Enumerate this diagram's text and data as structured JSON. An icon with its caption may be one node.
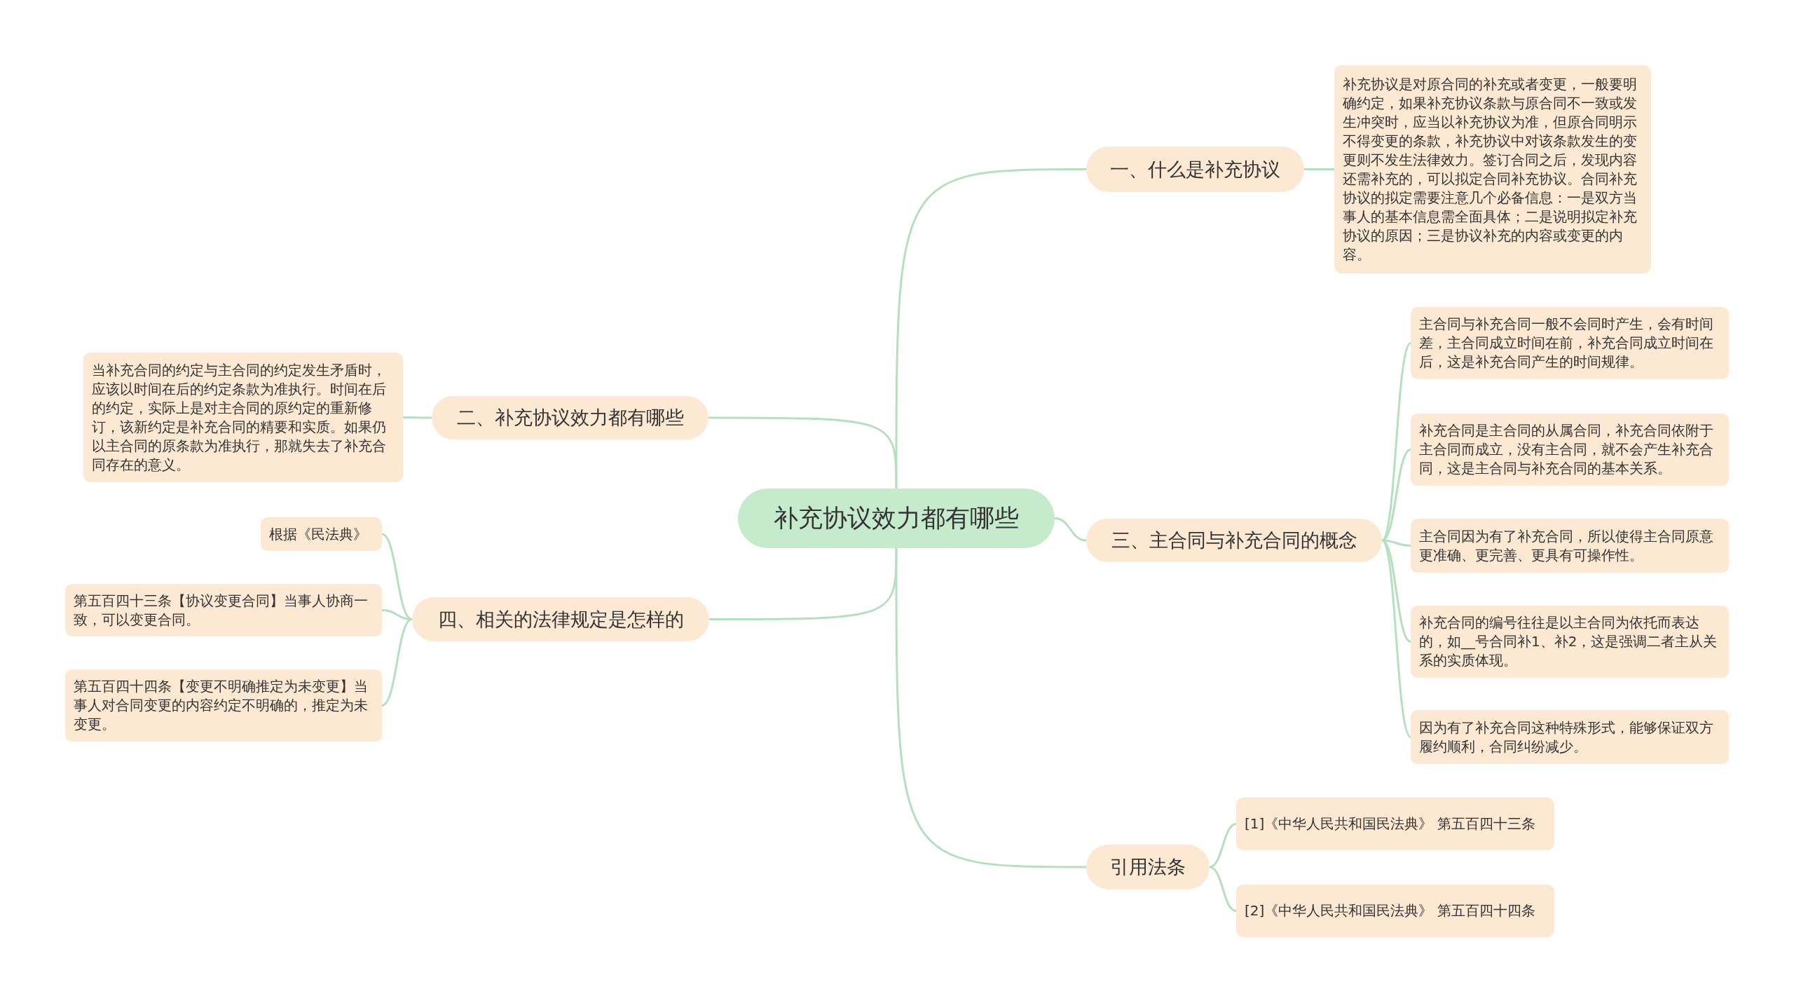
{
  "diagram": {
    "nodes": [
      {
        "text": [
          "补充协议效力都有哪些"
        ]
      },
      {
        "text": [
          "一、什么是补充协议"
        ]
      },
      {
        "text": [
          "补充协议是对原合同的补充或者变更，一般要明确约定，如果补充协议条款与原合同不一致或发生冲突时，应当以补充协议为准，但原合同明示不得变更的条款，补充协议中对该条款发生的变更则不发生法律效力。签订合同之后，发现内容还需补充的，可以拟定合同补充协议。合同补充协议的拟定需要注意几个必备信息：一是双方当事人的基本信息需全面具体；二是说明拟定补充协议的原因；三是协议补充的内容或变更的内容。"
        ]
      },
      {
        "text": [
          "二、补充协议效力都有哪些"
        ]
      },
      {
        "text": [
          "当补充合同的约定与主合同的约定发生矛盾时，应该以时间在后的约定条款为准执行。时间在后的约定，实际上是对主合同的原约定的重新修订，该新约定是补充合同的精要和实质。如果仍以主合同的原条款为准执行，那就失去了补充合同存在的意义。"
        ]
      },
      {
        "text": [
          "三、主合同与补充合同的概念"
        ]
      },
      {
        "text": [
          "主合同与补充合同一般不会同时产生，会有时间差，主合同成立时间在前，补充合同成立时间在后，这是补充合同产生的时间规律。"
        ]
      },
      {
        "text": [
          "补充合同是主合同的从属合同，补充合同依附于主合同而成立，没有主合同，就不会产生补充合同，这是主合同与补充合同的基本关系。"
        ]
      },
      {
        "text": [
          "主合同因为有了补充合同，所以使得主合同原意更准确、更完善、更具有可操作性。"
        ]
      },
      {
        "text": [
          "补充合同的编号往往是以主合同为依托而表达的，如__号合同补1、补2，这是强调二者主从关系的实质体现。"
        ]
      },
      {
        "text": [
          "因为有了补充合同这种特殊形式，能够保证双方履约顺利，合同纠纷减少。"
        ]
      },
      {
        "text": [
          "四、相关的法律规定是怎样的"
        ]
      },
      {
        "text": [
          "根据《民法典》"
        ]
      },
      {
        "text": [
          "第五百四十三条【协议变更合同】当事人协商一致，可以变更合同。"
        ]
      },
      {
        "text": [
          "第五百四十四条【变更不明确推定为未变更】当事人对合同变更的内容约定不明确的，推定为未变更。"
        ]
      },
      {
        "text": [
          "引用法条"
        ]
      },
      {
        "text": [
          "[1]《中华人民共和国民法典》 第五百四十三条"
        ]
      },
      {
        "text": [
          "[2]《中华人民共和国民法典》 第五百四十四条"
        ]
      }
    ],
    "edges": [
      {
        "from": 0,
        "to": 1,
        "arrow": "none"
      },
      {
        "from": 1,
        "to": 2,
        "arrow": "none"
      },
      {
        "from": 0,
        "to": 3,
        "arrow": "none"
      },
      {
        "from": 3,
        "to": 4,
        "arrow": "none"
      },
      {
        "from": 0,
        "to": 5,
        "arrow": "none"
      },
      {
        "from": 5,
        "to": 6,
        "arrow": "none"
      },
      {
        "from": 5,
        "to": 7,
        "arrow": "none"
      },
      {
        "from": 5,
        "to": 8,
        "arrow": "none"
      },
      {
        "from": 5,
        "to": 9,
        "arrow": "none"
      },
      {
        "from": 5,
        "to": 10,
        "arrow": "none"
      },
      {
        "from": 0,
        "to": 11,
        "arrow": "none"
      },
      {
        "from": 11,
        "to": 12,
        "arrow": "none"
      },
      {
        "from": 11,
        "to": 13,
        "arrow": "none"
      },
      {
        "from": 11,
        "to": 14,
        "arrow": "none"
      },
      {
        "from": 0,
        "to": 15,
        "arrow": "none"
      },
      {
        "from": 15,
        "to": 16,
        "arrow": "none"
      },
      {
        "from": 15,
        "to": 17,
        "arrow": "none"
      }
    ]
  }
}
